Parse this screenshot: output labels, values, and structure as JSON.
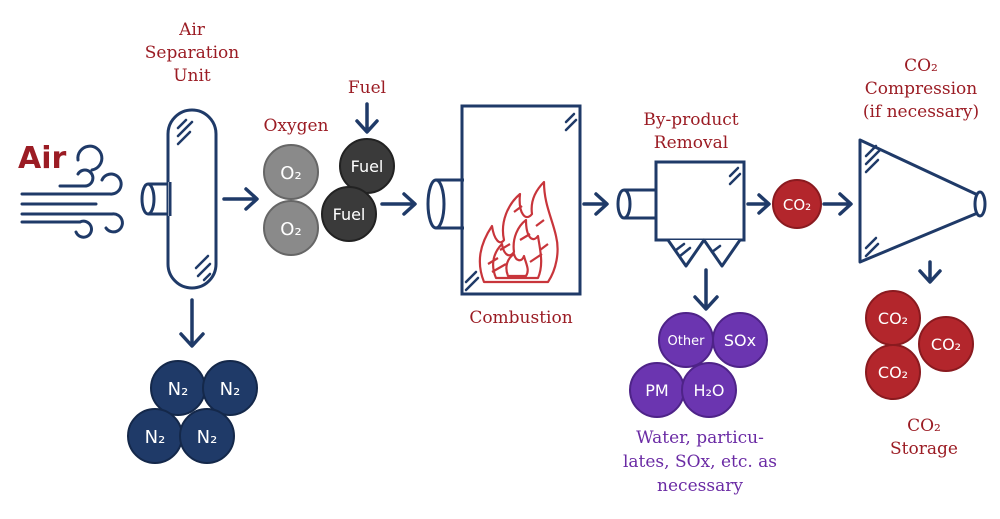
{
  "labels": {
    "air": "Air",
    "asu_line1": "Air",
    "asu_line2": "Separation",
    "asu_line3": "Unit",
    "oxygen": "Oxygen",
    "fuel": "Fuel",
    "combustion": "Combustion",
    "byproduct_line1": "By-product",
    "byproduct_line2": "Removal",
    "compression_line1": "CO₂",
    "compression_line2": "Compression",
    "compression_line3": "(if necessary)",
    "storage_line1": "CO₂",
    "storage_line2": "Storage",
    "byproducts_desc_line1": "Water, particu-",
    "byproducts_desc_line2": "lates, SOx, etc. as",
    "byproducts_desc_line3": "necessary"
  },
  "spheres": {
    "oxygen": "O₂",
    "fuel": "Fuel",
    "nitrogen": "N₂",
    "co2": "CO₂",
    "other": "Other",
    "sox": "SOx",
    "pm": "PM",
    "h2o": "H₂O"
  },
  "colors": {
    "navy": "#1f3a68",
    "red_text": "#9b1c24",
    "red_sphere": "#b3262c",
    "grey_sphere": "#8a8a8a",
    "dark_sphere": "#3a3a3a",
    "purple_sphere": "#6b35b0",
    "purple_text": "#6a2aa4",
    "flame": "#c8353b"
  }
}
